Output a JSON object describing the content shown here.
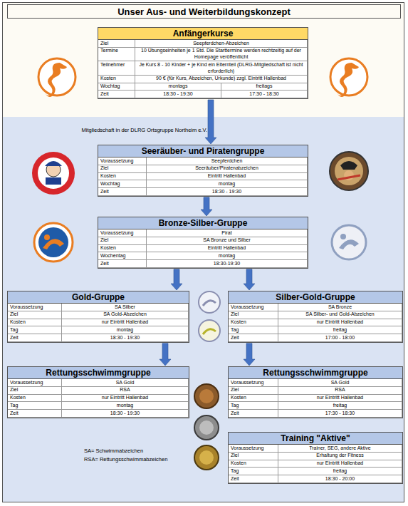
{
  "diagram": {
    "title": "Unser Aus- und Weiterbildungskonzept",
    "nodes": [
      {
        "text": [
          "Anfängerkurse",
          "Ziel",
          "Seepferdchen-Abzeichen",
          "Termine",
          "10 Übungseinheiten je 1 Std. Die Starttermine werden rechtzeitig auf der Homepage veröffentlicht",
          "Teilnehmer",
          "Je Kurs 8 - 10 Kinder + je Kind ein Elternteil (DLRG-Mitgliedschaft ist nicht erforderlich)",
          "Kosten",
          "90 € (für Kurs, Abzeichen, Urkunde) zzgl. Eintritt Hallenbad",
          "Wochtag",
          "montags",
          "freitags",
          "Zeit",
          "18:30 - 19:30",
          "17:30 - 18:30"
        ]
      },
      {
        "text": [
          "Seeräuber- und Piratengruppe",
          "Voraussetzung",
          "Seepferdchen",
          "Ziel",
          "Seeräuber/Piratenabzeichen",
          "Kosten",
          "Eintritt Hallenbad",
          "Wochtag",
          "montag",
          "Zeit",
          "18:30 - 19:30"
        ]
      },
      {
        "text": [
          "Bronze-Silber-Gruppe",
          "Voraussetzung",
          "Pirat",
          "Ziel",
          "SA Bronze und Silber",
          "Kosten",
          "Eintritt Hallenbad",
          "Wochentag",
          "montag",
          "Zeit",
          "18:30-19:30"
        ]
      },
      {
        "text": [
          "Gold-Gruppe",
          "Voraussetzung",
          "SA Silber",
          "Ziel",
          "SA Gold-Abzeichen",
          "Kosten",
          "nur Eintritt Hallenbad",
          "Tag",
          "montag",
          "Zeit",
          "18:30 - 19:30"
        ]
      },
      {
        "text": [
          "Silber-Gold-Gruppe",
          "Voraussetzung",
          "SA Bronze",
          "Ziel",
          "SA Silber- und Gold-Abzeichen",
          "Kosten",
          "nur Eintritt Hallenbad",
          "Tag",
          "freitag",
          "Zeit",
          "17:00 - 18:00"
        ]
      },
      {
        "text": [
          "Rettungsschwimmgruppe",
          "Voraussetzung",
          "SA Gold",
          "Ziel",
          "RSA",
          "Kosten",
          "nur Eintritt Hallenbad",
          "Tag",
          "montag",
          "Zeit",
          "18:30 - 19:30"
        ]
      },
      {
        "text": [
          "Rettungsschwimmgruppe",
          "Voraussetzung",
          "SA Gold",
          "Ziel",
          "RSA",
          "Kosten",
          "nur Eintritt Hallenbad",
          "Tag",
          "freitag",
          "Zeit",
          "17:30 - 18:30"
        ]
      },
      {
        "text": [
          "Training \"Aktive\"",
          "Voraussetzung",
          "Trainer, SEG, andere Aktive",
          "Ziel",
          "Erhaltung der Fitness",
          "Kosten",
          "nur Eintritt Hallenbad",
          "Tag",
          "freitag",
          "Zeit",
          "18:30 - 20:00"
        ]
      }
    ],
    "edges": [
      {
        "from": 0,
        "to": 1,
        "arrow": "to"
      },
      {
        "from": 1,
        "to": 2,
        "arrow": "to"
      },
      {
        "from": 2,
        "to": 3,
        "arrow": "to"
      },
      {
        "from": 2,
        "to": 4,
        "arrow": "to"
      },
      {
        "from": 3,
        "to": 5,
        "arrow": "to"
      },
      {
        "from": 4,
        "to": 6,
        "arrow": "to"
      }
    ],
    "labels": [
      "Mitgliedschaft in der DLRG Ortsgruppe Northeim e.V.",
      "SA= Schwimmabzeichen",
      "RSA= Rettungsschwimmabzeichen"
    ]
  }
}
